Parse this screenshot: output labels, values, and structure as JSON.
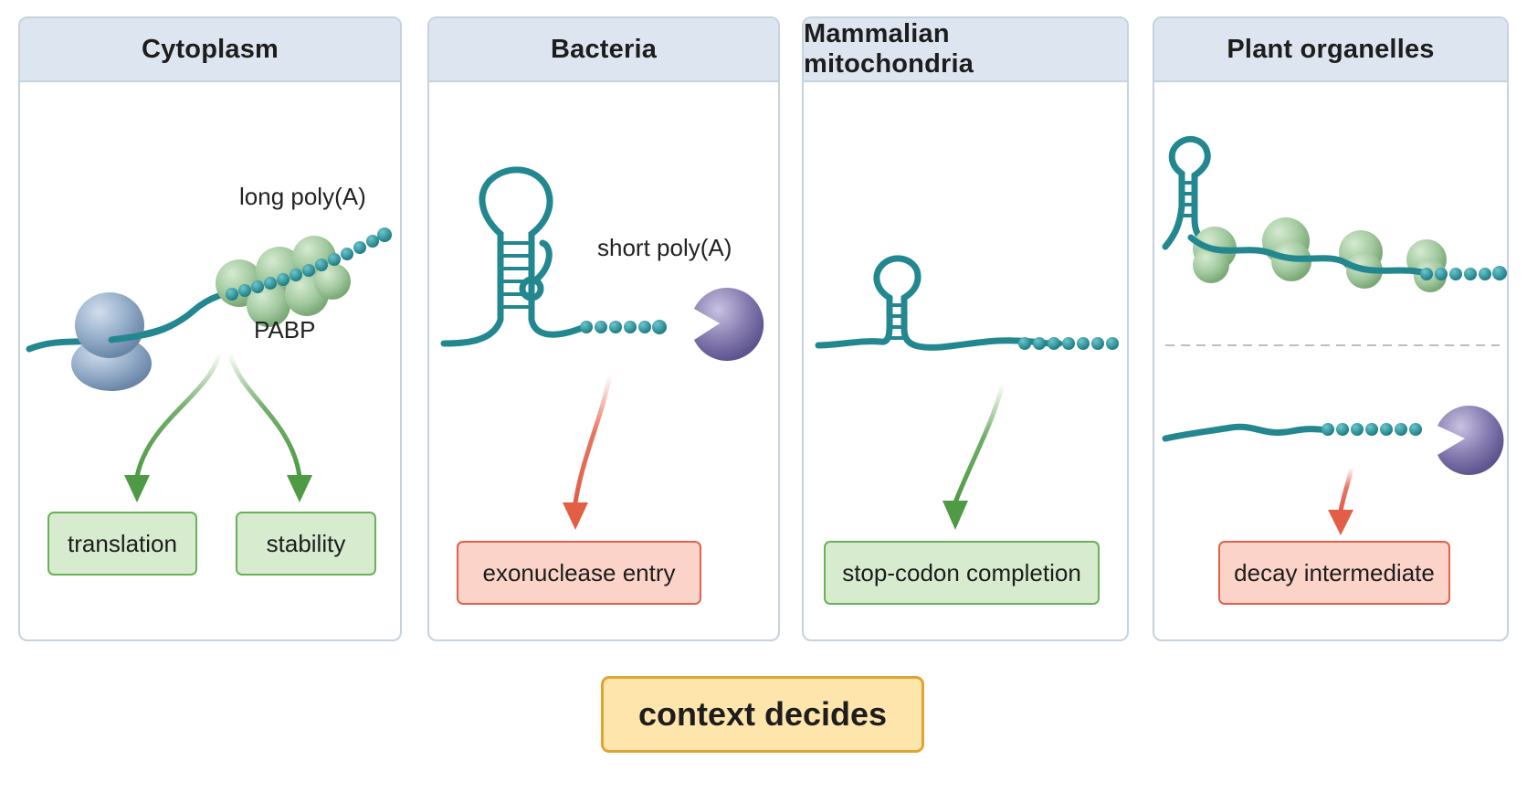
{
  "panels": [
    {
      "title": "Cytoplasm",
      "labels": {
        "tail": "long poly(A)",
        "protein": "PABP"
      },
      "outcomes": [
        "translation",
        "stability"
      ]
    },
    {
      "title": "Bacteria",
      "labels": {
        "tail": "short poly(A)"
      },
      "outcomes": [
        "exonuclease entry"
      ]
    },
    {
      "title": "Mammalian mitochondria",
      "outcomes": [
        "stop-codon completion"
      ]
    },
    {
      "title": "Plant organelles",
      "outcomes": [
        "decay intermediate"
      ]
    }
  ],
  "summary": "context decides",
  "colors": {
    "rna": "#23878f",
    "pabp": "#9cc49a",
    "ribosome": "#8fa9c6",
    "exonuclease": "#8479ad",
    "good_arrow": "#4f9a45",
    "bad_arrow": "#e25e45",
    "good_box": "#d7ebcf",
    "bad_box": "#fbd3c8",
    "summary_box": "#fde5ab"
  },
  "icons": [
    "ribosome-icon",
    "pabp-icon",
    "exonuclease-icon",
    "hairpin-icon",
    "poly-a-tail-icon"
  ]
}
